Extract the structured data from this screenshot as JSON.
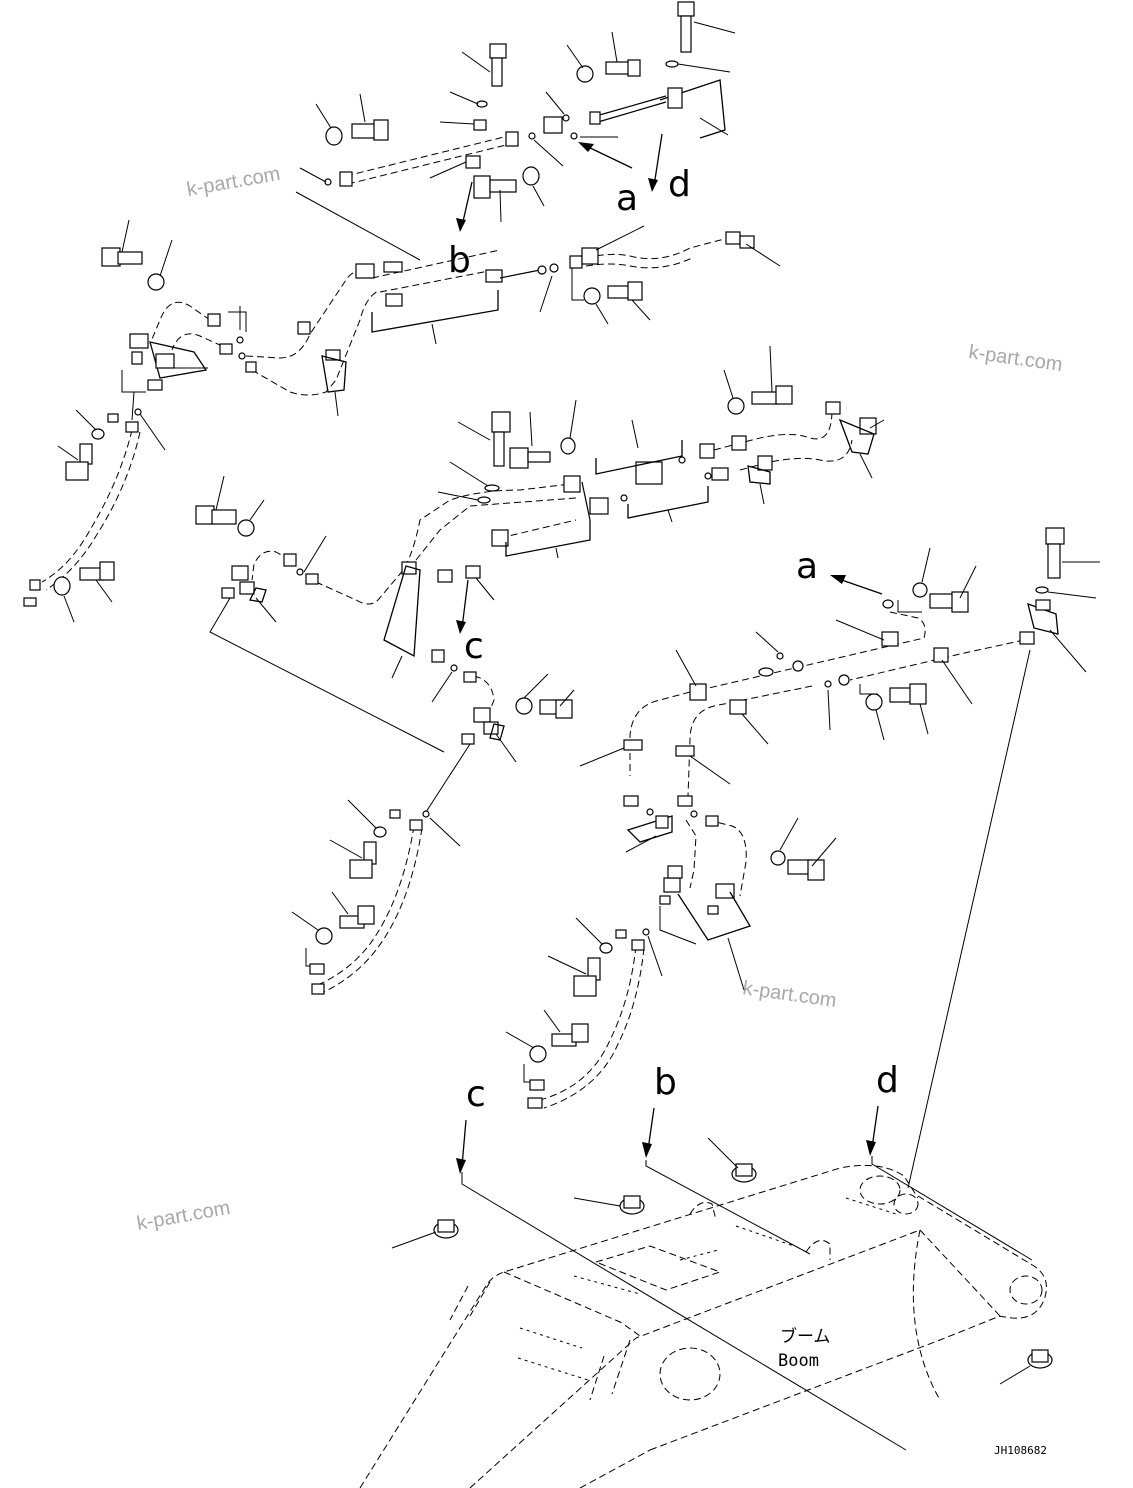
{
  "callouts": {
    "a_upper": "a",
    "d_upper": "d",
    "b_upper": "b",
    "c_mid": "c",
    "a_right": "a",
    "c_lower": "c",
    "b_lower": "b",
    "d_lower": "d"
  },
  "boom_label": {
    "japanese": "ブーム",
    "english": "Boom"
  },
  "drawing_code": "JH108682",
  "watermarks": [
    "k-part.com",
    "k-part.com",
    "k-part.com",
    "k-part.com"
  ]
}
